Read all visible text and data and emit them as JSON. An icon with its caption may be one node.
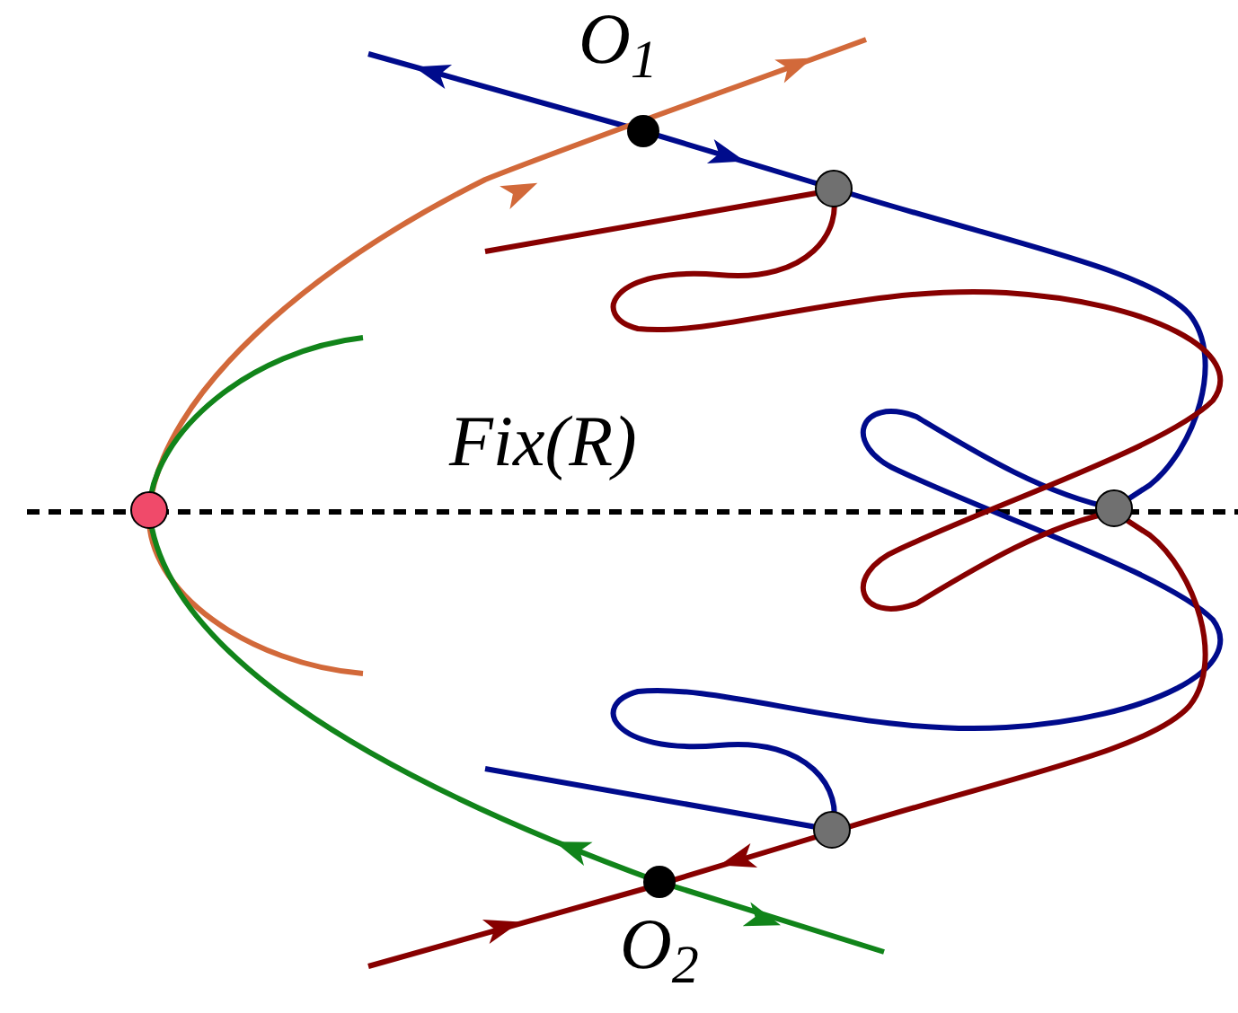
{
  "diagram": {
    "labels": [
      "O$_{1}$",
      "Fix(R)",
      "O$_{2}$"
    ]
  }
}
